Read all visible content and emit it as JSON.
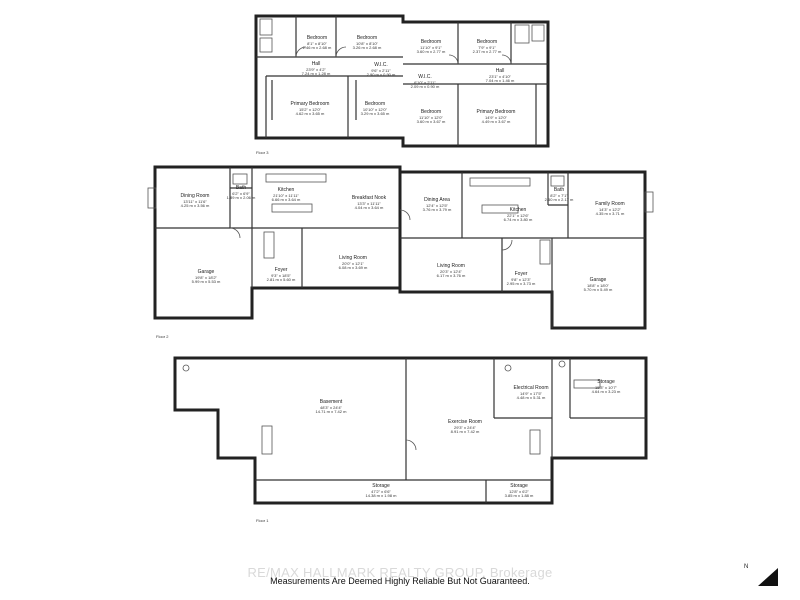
{
  "floors": [
    {
      "label": "Floor 3",
      "rooms": [
        {
          "name": "Bedroom",
          "imperial": "8'1\" x 8'10\"",
          "metric": "2.46 m x 2.68 m"
        },
        {
          "name": "Bedroom",
          "imperial": "10'8\" x 8'10\"",
          "metric": "3.26 m x 2.68 m"
        },
        {
          "name": "Bedroom",
          "imperial": "11'10\" x 9'1\"",
          "metric": "3.60 m x 2.77 m"
        },
        {
          "name": "Bedroom",
          "imperial": "7'9\" x 9'1\"",
          "metric": "2.37 m x 2.77 m"
        },
        {
          "name": "Hall",
          "imperial": "23'9\" x 4'2\"",
          "metric": "7.24 m x 1.28 m"
        },
        {
          "name": "W.I.C.",
          "imperial": "9'6\" x 2'11\"",
          "metric": "2.90 m x 0.90 m"
        },
        {
          "name": "W.I.C.",
          "imperial": "6'10\" x 2'11\"",
          "metric": "2.09 m x 0.90 m"
        },
        {
          "name": "Hall",
          "imperial": "23'1\" x 4'10\"",
          "metric": "7.04 m x 1.46 m"
        },
        {
          "name": "Primary Bedroom",
          "imperial": "15'2\" x 12'0\"",
          "metric": "4.62 m x 3.65 m"
        },
        {
          "name": "Bedroom",
          "imperial": "10'10\" x 12'0\"",
          "metric": "3.29 m x 3.65 m"
        },
        {
          "name": "Bedroom",
          "imperial": "11'10\" x 12'0\"",
          "metric": "3.60 m x 3.67 m"
        },
        {
          "name": "Primary Bedroom",
          "imperial": "14'9\" x 12'0\"",
          "metric": "4.49 m x 3.67 m"
        }
      ]
    },
    {
      "label": "Floor 2",
      "rooms": [
        {
          "name": "Dining Room",
          "imperial": "13'11\" x 11'6\"",
          "metric": "4.25 m x 3.56 m"
        },
        {
          "name": "Bath",
          "imperial": "6'2\" x 6'9\"",
          "metric": "1.89 m x 2.06 m"
        },
        {
          "name": "Kitchen",
          "imperial": "21'10\" x 11'11\"",
          "metric": "6.66 m x 3.64 m"
        },
        {
          "name": "Breakfast Nook",
          "imperial": "13'3\" x 11'11\"",
          "metric": "4.04 m x 3.64 m"
        },
        {
          "name": "Garage",
          "imperial": "19'8\" x 18'2\"",
          "metric": "5.99 m x 5.53 m"
        },
        {
          "name": "Foyer",
          "imperial": "9'3\" x 18'5\"",
          "metric": "2.81 m x 5.60 m"
        },
        {
          "name": "Living Room",
          "imperial": "20'0\" x 12'1\"",
          "metric": "6.08 m x 3.69 m"
        },
        {
          "name": "Dining Area",
          "imperial": "12'4\" x 12'5\"",
          "metric": "3.76 m x 3.79 m"
        },
        {
          "name": "Kitchen",
          "imperial": "22'1\" x 12'6\"",
          "metric": "6.74 m x 3.80 m"
        },
        {
          "name": "Bath",
          "imperial": "8'2\" x 7'1\"",
          "metric": "2.50 m x 2.17 m"
        },
        {
          "name": "Family Room",
          "imperial": "14'3\" x 12'2\"",
          "metric": "4.35 m x 3.71 m"
        },
        {
          "name": "Living Room",
          "imperial": "20'3\" x 12'4\"",
          "metric": "6.17 m x 3.76 m"
        },
        {
          "name": "Foyer",
          "imperial": "9'8\" x 12'3\"",
          "metric": "2.95 m x 3.73 m"
        },
        {
          "name": "Garage",
          "imperial": "18'8\" x 18'0\"",
          "metric": "5.70 m x 5.49 m"
        }
      ]
    },
    {
      "label": "Floor 1",
      "rooms": [
        {
          "name": "Basement",
          "imperial": "48'3\" x 24'4\"",
          "metric": "14.71 m x 7.42 m"
        },
        {
          "name": "Exercise Room",
          "imperial": "29'3\" x 24'4\"",
          "metric": "8.91 m x 7.42 m"
        },
        {
          "name": "Electrical Room",
          "imperial": "14'9\" x 17'5\"",
          "metric": "4.48 m x 5.31 m"
        },
        {
          "name": "Storage",
          "imperial": "15'3\" x 10'7\"",
          "metric": "4.64 m x 3.23 m"
        },
        {
          "name": "Storage",
          "imperial": "47'2\" x 6'6\"",
          "metric": "14.38 m x 1.98 m"
        },
        {
          "name": "Storage",
          "imperial": "12'8\" x 6'2\"",
          "metric": "3.85 m x 1.88 m"
        }
      ]
    }
  ],
  "watermark": "RE/MAX HALLMARK REALTY GROUP, Brokerage",
  "disclaimer": "Measurements Are Deemed Highly Reliable But Not Guaranteed.",
  "north_label": "N",
  "colors": {
    "wall": "#222222",
    "floor": "#ffffff",
    "watermark": "#d9d9d9"
  }
}
